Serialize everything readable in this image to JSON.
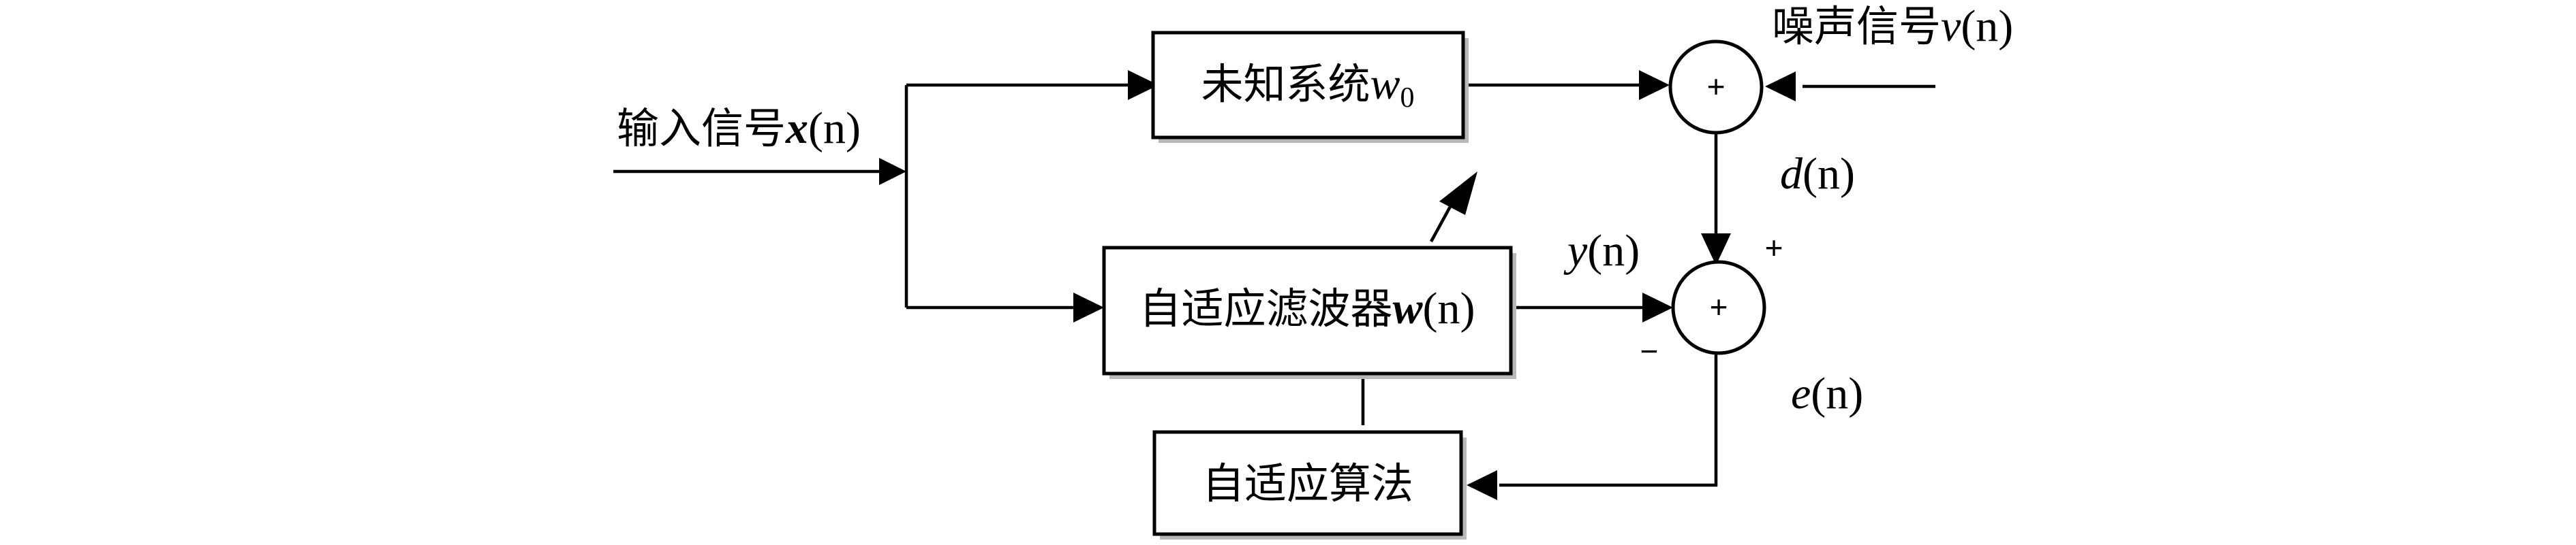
{
  "blocks": {
    "unknown_system": {
      "label": "未知系统",
      "var": "w",
      "sub": "0"
    },
    "adaptive_filter": {
      "label": "自适应滤波器",
      "var": "w",
      "arg": "(n)"
    },
    "adaptive_algorithm": {
      "label": "自适应算法"
    }
  },
  "signals": {
    "input": {
      "label": "输入信号",
      "var": "x",
      "arg": "(n)"
    },
    "noise": {
      "label": "噪声信号",
      "var": "v",
      "arg": "(n)"
    },
    "desired": {
      "var": "d",
      "arg": "(n)"
    },
    "output": {
      "var": "y",
      "arg": "(n)"
    },
    "error": {
      "var": "e",
      "arg": "(n)"
    }
  },
  "summers": {
    "top_symbol": "+",
    "bottom_symbol": "+",
    "bottom_plus_sign": "+",
    "bottom_minus_sign": "−"
  }
}
